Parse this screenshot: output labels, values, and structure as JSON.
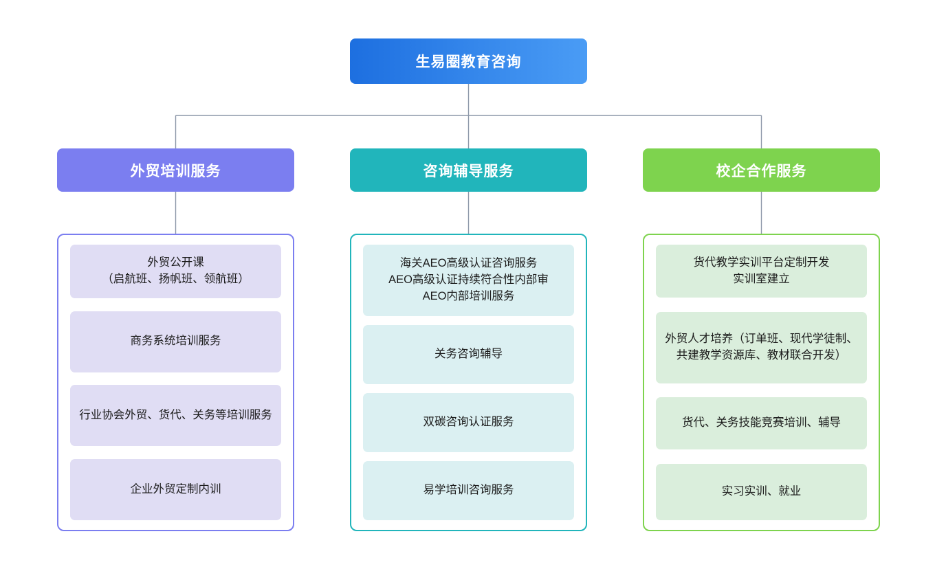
{
  "diagram": {
    "type": "organization-tree",
    "line_color": "#8c97a8",
    "background": "#ffffff",
    "root": {
      "label": "生易圈教育咨询",
      "color_start": "#1d6fe0",
      "color_end": "#4a9cf5",
      "text_color": "#ffffff"
    },
    "branches": [
      {
        "id": "branch-1",
        "header": "外贸培训服务",
        "header_color": "#7b7ef0",
        "panel_border_color": "#7b7ef0",
        "item_bg": "#e0ddf4",
        "items": [
          "外贸公开课\n（启航班、扬帆班、领航班）",
          "商务系统培训服务",
          "行业协会外贸、货代、关务等培训服务",
          "企业外贸定制内训"
        ]
      },
      {
        "id": "branch-2",
        "header": "咨询辅导服务",
        "header_color": "#21b5bb",
        "panel_border_color": "#21b5bb",
        "item_bg": "#dbf0f2",
        "items": [
          "海关AEO高级认证咨询服务\nAEO高级认证持续符合性内部审\nAEO内部培训服务",
          "关务咨询辅导",
          "双碳咨询认证服务",
          "易学培训咨询服务"
        ]
      },
      {
        "id": "branch-3",
        "header": "校企合作服务",
        "header_color": "#7ed34e",
        "panel_border_color": "#7ed34e",
        "item_bg": "#daeedc",
        "items": [
          "货代教学实训平台定制开发\n实训室建立",
          "外贸人才培养（订单班、现代学徒制、共建教学资源库、教材联合开发）",
          "货代、关务技能竞赛培训、辅导",
          "实习实训、就业"
        ]
      }
    ]
  }
}
